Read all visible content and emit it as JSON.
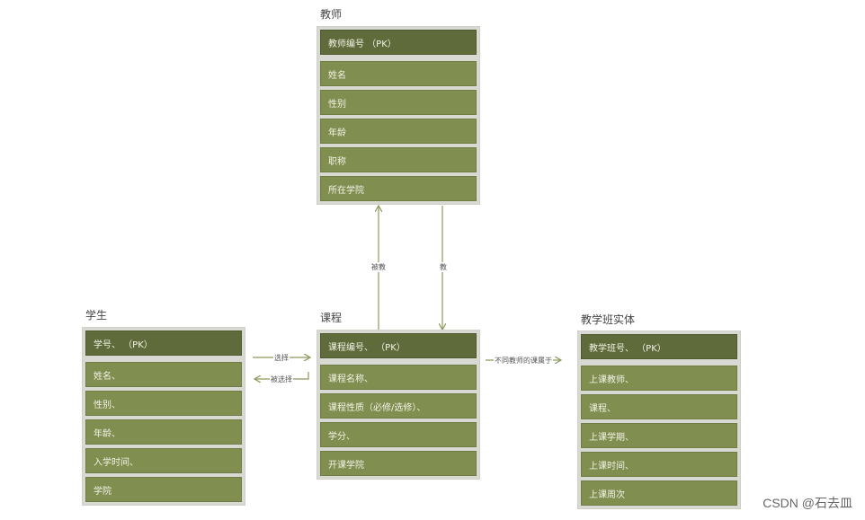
{
  "teacher": {
    "title": "教师",
    "pk": "教师编号 （PK）",
    "fields": [
      "姓名",
      "性别",
      "年龄",
      "职称",
      "所在学院"
    ]
  },
  "student": {
    "title": "学生",
    "pk": "学号、 （PK）",
    "fields": [
      "姓名、",
      "性别、",
      "年龄、",
      "入学时间、",
      "学院"
    ]
  },
  "course": {
    "title": "课程",
    "pk": "课程编号、 （PK）",
    "fields": [
      "课程名称、",
      "课程性质（必修/选修）、",
      "学分、",
      "开课学院"
    ]
  },
  "class_entity": {
    "title": "教学班实体",
    "pk": "教学班号、 （PK）",
    "fields": [
      "上课教师、",
      "课程、",
      "上课学期、",
      "上课时间、",
      "上课周次"
    ]
  },
  "relations": {
    "taught_by": "被教",
    "teaches": "教",
    "selects": "选择",
    "selected_by": "被选择",
    "belongs_to": "不同教师的课属于"
  },
  "colors": {
    "pk_row": "#5f6b3a",
    "field_row": "#808e50",
    "frame": "#d9d9d3",
    "arrow": "#8a9a5b"
  },
  "watermark": "CSDN @石去皿"
}
